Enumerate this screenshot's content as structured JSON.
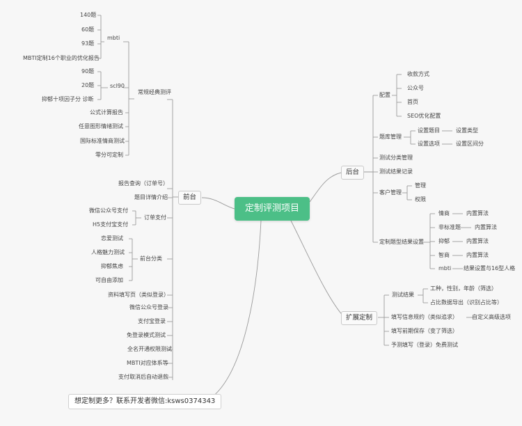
{
  "root": "定制评测项目",
  "branches": {
    "qiantai": "前台",
    "houtai": "后台",
    "kuozhan": "扩展定制"
  },
  "qiantai": {
    "jingdian_ceping": "常规经典测评",
    "mbti": "mbti",
    "mbti_items": [
      "140题",
      "60题",
      "93题",
      "MBTI定制16个职业的优化报告"
    ],
    "scl90": "scl90",
    "scl90_items": [
      "90题",
      "20题",
      "抑郁十项因子分 诊断"
    ],
    "other_tests": [
      "公式计算报告",
      "任意图形情绪测试",
      "国际标准情商测试",
      "零分可定制"
    ],
    "baogao_chaxun": "报告查询（订单号）",
    "tiji_xiangqing": "题目详情介绍",
    "dingdan_zhifu": "订单支付",
    "zhifu_items": [
      "微信公众号支付",
      "H5支付宝支付"
    ],
    "qiantai_fenlei": "前台分类",
    "fenlei_items": [
      "恋爱测试",
      "人格魅力测试",
      "抑郁焦虑",
      "可自由添加"
    ],
    "more_items": [
      "资料填写页（类似登录）",
      "微信公众号登录",
      "支付宝登录",
      "免登录模式测试",
      "全名开通权限测试",
      "MBTI对应体系等",
      "支付取消后自动退款"
    ]
  },
  "houtai": {
    "shezhi": "配置",
    "shezhi_items": [
      "收款方式",
      "公众号",
      "首页",
      "SEO优化配置"
    ],
    "timu_guanli": "题库管理",
    "timu_items_a": [
      "设置题目",
      "设置选项"
    ],
    "timu_items_b": [
      "设置类型",
      "设置区间分"
    ],
    "ceshi_fenlei": "测试分类管理",
    "ceshi_jilu": "测试结果记录",
    "kehu_guanli": "客户管理",
    "kehu_items": [
      "管理",
      "权限"
    ],
    "dingzhi_jieguo": "定制题型结果设置",
    "jieguo_items_a": [
      "情商",
      "非标准题",
      "抑郁",
      "智商",
      "mbti"
    ],
    "jieguo_items_b": [
      "内置算法",
      "内置算法",
      "内置算法",
      "内置算法",
      "结果设置与16型人格"
    ]
  },
  "kuozhan": {
    "ceshi_jieguo": "测试结果",
    "ceshi_items": [
      "工种，性别，年龄（筛选）",
      "占比数据导出（识别占比等）"
    ],
    "tianxie": "填写信息规约（类似追求）",
    "tianxie_side": "自定义高级选项",
    "gongzuo": "填写前期保存（变了筛选）",
    "zixun": "予测填写（登录）免费测试"
  },
  "footer": "想定制更多？联系开发者微信:ksws0374343"
}
